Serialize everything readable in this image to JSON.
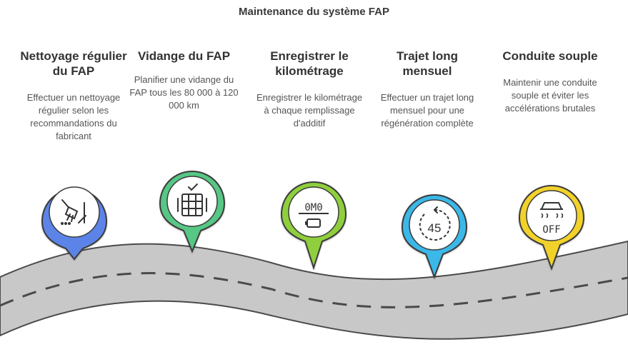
{
  "title": "Maintenance du système FAP",
  "steps": [
    {
      "title": "Nettoyage régulier du FAP",
      "description": "Effectuer un nettoyage régulier selon les recommandations du fabricant",
      "icon": "cleaning-broom-icon",
      "color": "#5b84e8"
    },
    {
      "title": "Vidange du FAP",
      "description": "Planifier une vidange du FAP tous les 80 000 à 120 000 km",
      "icon": "filter-check-icon",
      "color": "#56c784"
    },
    {
      "title": "Enregistrer le kilométrage",
      "description": "Enregistrer le kilométrage à chaque remplissage d'additif",
      "icon": "odometer-icon",
      "color": "#8fcf3c"
    },
    {
      "title": "Trajet long mensuel",
      "description": "Effectuer un trajet long mensuel pour une régénération complète",
      "icon": "timer-45-icon",
      "color": "#3ab8e8"
    },
    {
      "title": "Conduite souple",
      "description": "Maintenir une conduite souple et éviter les accélérations brutales",
      "icon": "traction-control-off-icon",
      "color": "#f2d22a"
    }
  ],
  "icon_texts": {
    "odometer_digits": "0M0",
    "timer_number": "45",
    "off_label": "OFF"
  }
}
